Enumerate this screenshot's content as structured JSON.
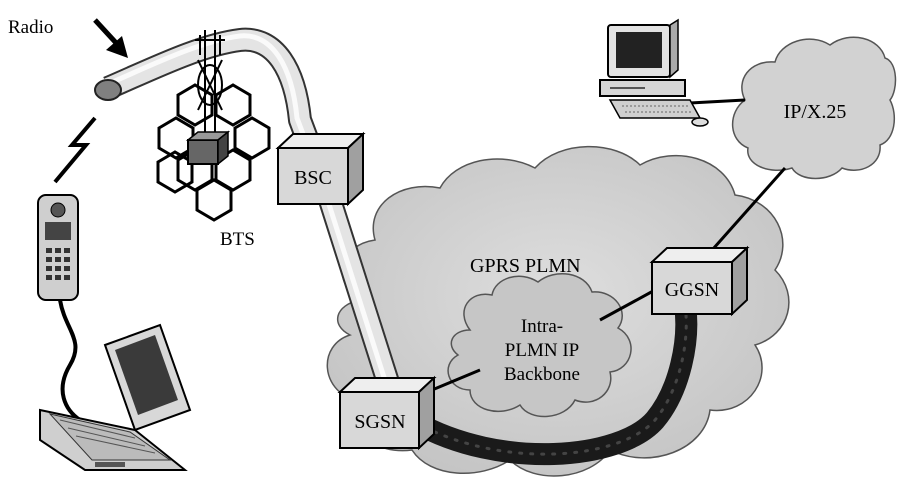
{
  "labels": {
    "radio": "Radio",
    "bts": "BTS",
    "bsc": "BSC",
    "sgsn": "SGSN",
    "ggsn": "GGSN",
    "gprs_plmn": "GPRS PLMN",
    "backbone_line1": "Intra-",
    "backbone_line2": "PLMN IP",
    "backbone_line3": "Backbone",
    "ip_x25": "IP/X.25"
  },
  "colors": {
    "cloud_fill": "#d4d4d4",
    "inner_cloud_fill": "#c8c8c8",
    "box_fill": "#d9d9d9",
    "box_side": "#a8a8a8",
    "box_top": "#ececec",
    "pipe_fill": "#e2e2e2",
    "thick_link": "#1a1a1a"
  }
}
